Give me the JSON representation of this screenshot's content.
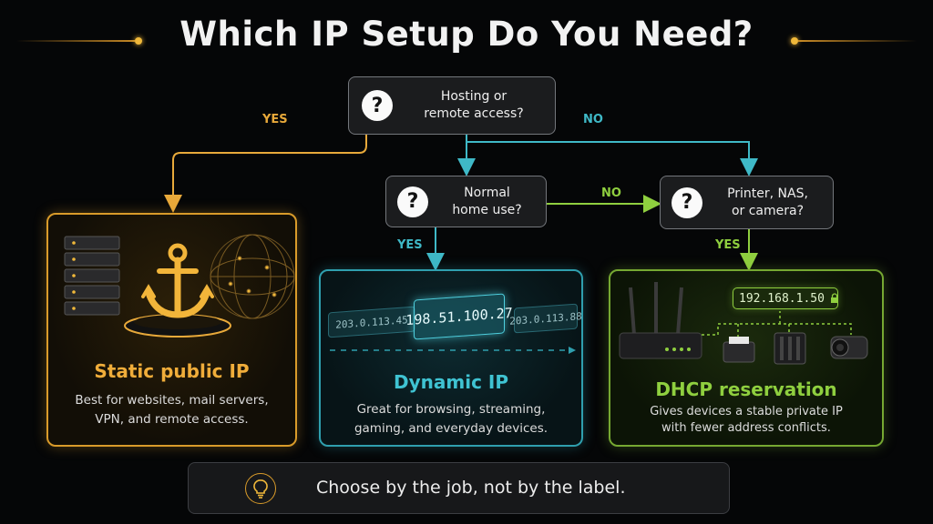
{
  "title": "Which IP Setup Do You Need?",
  "questions": {
    "q1": {
      "line1": "Hosting or",
      "line2": "remote access?"
    },
    "q2": {
      "line1": "Normal",
      "line2": "home use?"
    },
    "q3": {
      "line1": "Printer, NAS,",
      "line2": "or camera?"
    },
    "icon_glyph": "?"
  },
  "edge_labels": {
    "q1_yes": "YES",
    "q1_no": "NO",
    "q2_yes": "YES",
    "q2_no": "NO",
    "q3_yes": "YES"
  },
  "outcomes": {
    "static": {
      "title": "Static public IP",
      "desc1": "Best for websites, mail servers,",
      "desc2": "VPN, and remote access."
    },
    "dynamic": {
      "title": "Dynamic IP",
      "desc1": "Great for browsing, streaming,",
      "desc2": "gaming, and everyday devices.",
      "ip_prev": "203.0.113.45",
      "ip_current": "198.51.100.27",
      "ip_next": "203.0.113.88"
    },
    "dhcp": {
      "title": "DHCP reservation",
      "desc1": "Gives devices a stable private IP",
      "desc2": "with fewer address conflicts.",
      "reserved_ip": "192.168.1.50"
    }
  },
  "footer": {
    "text": "Choose by the job, not by the label."
  },
  "colors": {
    "static": "#e8a93a",
    "dynamic": "#3fb9c7",
    "dhcp": "#8fcf3f"
  }
}
